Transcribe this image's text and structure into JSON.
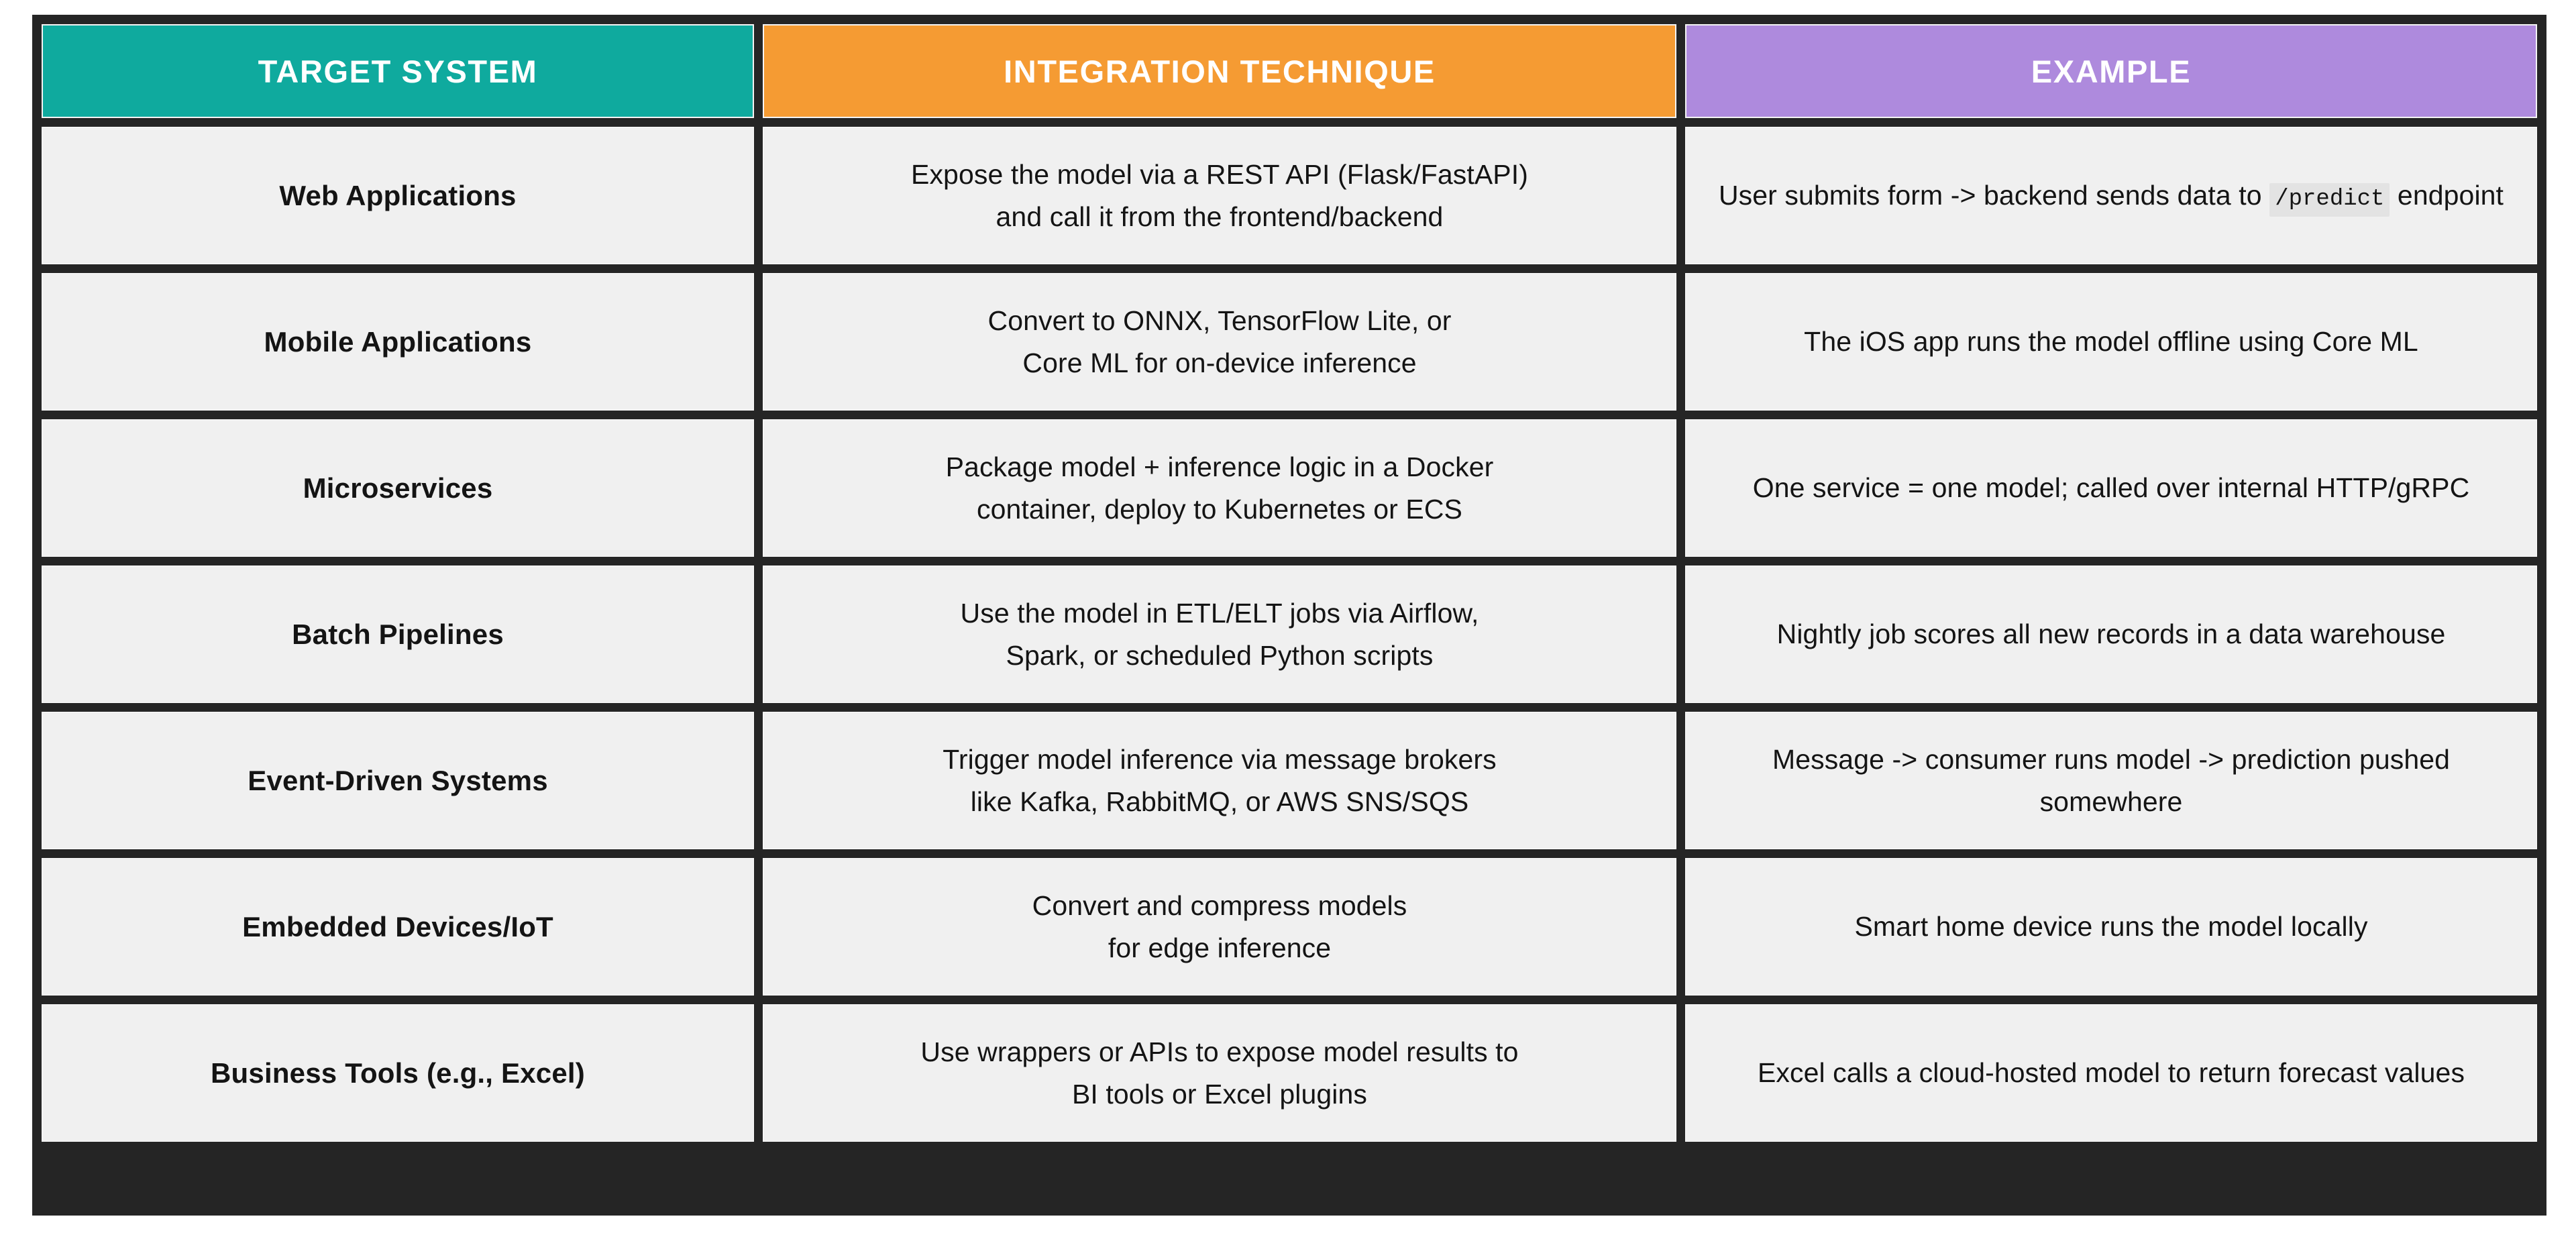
{
  "theme": {
    "frame_color": "#252525",
    "page_background": "#ffffff",
    "cell_background": "#F0F0F0",
    "cell_text": "#141414",
    "header_text": "#ffffff",
    "header_target_color": "#0FAA9E",
    "header_technique_color": "#F59B33",
    "header_example_color": "#AE8ADD",
    "code_background": "#E3E3E3"
  },
  "table": {
    "headers": [
      {
        "id": "target-system",
        "label": "TARGET SYSTEM"
      },
      {
        "id": "integration-technique",
        "label": "INTEGRATION TECHNIQUE"
      },
      {
        "id": "example",
        "label": "EXAMPLE"
      }
    ],
    "rows": [
      {
        "system": "Web Applications",
        "technique": "Expose the model via a REST API (Flask/FastAPI)\nand call it from the frontend/backend",
        "example_prefix": "User submits form -> backend sends data to ",
        "example_code": "/predict",
        "example_suffix": " endpoint"
      },
      {
        "system": "Mobile Applications",
        "technique": "Convert to ONNX, TensorFlow Lite, or\nCore ML for on-device inference",
        "example": "The iOS app runs the model offline using Core ML"
      },
      {
        "system": "Microservices",
        "technique": "Package model + inference logic in a Docker\ncontainer, deploy to Kubernetes or ECS",
        "example": "One service = one model; called over internal HTTP/gRPC"
      },
      {
        "system": "Batch Pipelines",
        "technique": "Use the model in ETL/ELT jobs via Airflow,\nSpark, or scheduled Python scripts",
        "example": "Nightly job scores all new records in a data warehouse"
      },
      {
        "system": "Event-Driven Systems",
        "technique": "Trigger model inference via message brokers\nlike Kafka, RabbitMQ, or AWS SNS/SQS",
        "example": "Message -> consumer runs model -> prediction pushed somewhere"
      },
      {
        "system": "Embedded Devices/IoT",
        "technique": "Convert and compress models\nfor edge inference",
        "example": "Smart home device runs the model locally"
      },
      {
        "system": "Business Tools (e.g., Excel)",
        "technique": "Use wrappers or APIs to expose model results to\nBI tools or Excel plugins",
        "example": "Excel calls a cloud-hosted model to return forecast values"
      }
    ]
  }
}
